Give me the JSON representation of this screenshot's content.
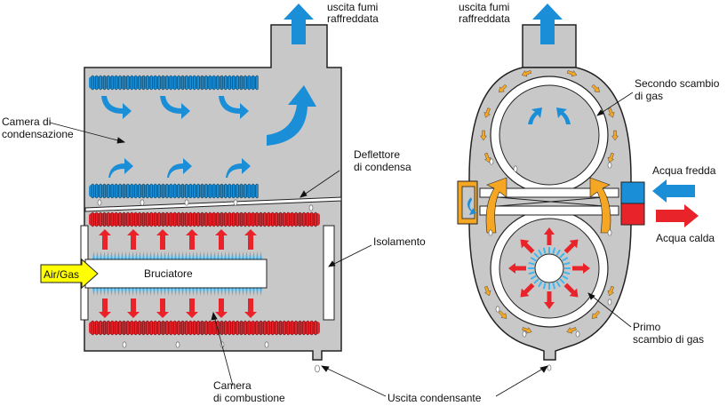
{
  "labels": {
    "flue_exit_left_1": "uscita fumi",
    "flue_exit_left_2": "raffreddata",
    "flue_exit_right_1": "uscita fumi",
    "flue_exit_right_2": "raffreddata",
    "condensing_chamber_1": "Camera di",
    "condensing_chamber_2": "condensazione",
    "condensate_deflector_1": "Deflettore",
    "condensate_deflector_2": "di condensa",
    "insulation": "Isolamento",
    "air_gas_air": "Air",
    "air_gas_sep": "/",
    "air_gas_gas": "Gas",
    "burner": "Bruciatore",
    "combustion_chamber_1": "Camera",
    "combustion_chamber_2": "di combustione",
    "condensate_outlet": "Uscita condensante",
    "second_exchange_1": "Secondo scambio",
    "second_exchange_2": "di gas",
    "cold_water": "Acqua fredda",
    "hot_water": "Acqua calda",
    "first_exchange_1": "Primo",
    "first_exchange_2": "scambio di gas"
  },
  "colors": {
    "casing": "#c8c8c8",
    "outline": "#222222",
    "cold": "#1a8fd8",
    "hot": "#e8242a",
    "orange": "#f5a623",
    "air_gas_yellow": "#ffff00"
  }
}
